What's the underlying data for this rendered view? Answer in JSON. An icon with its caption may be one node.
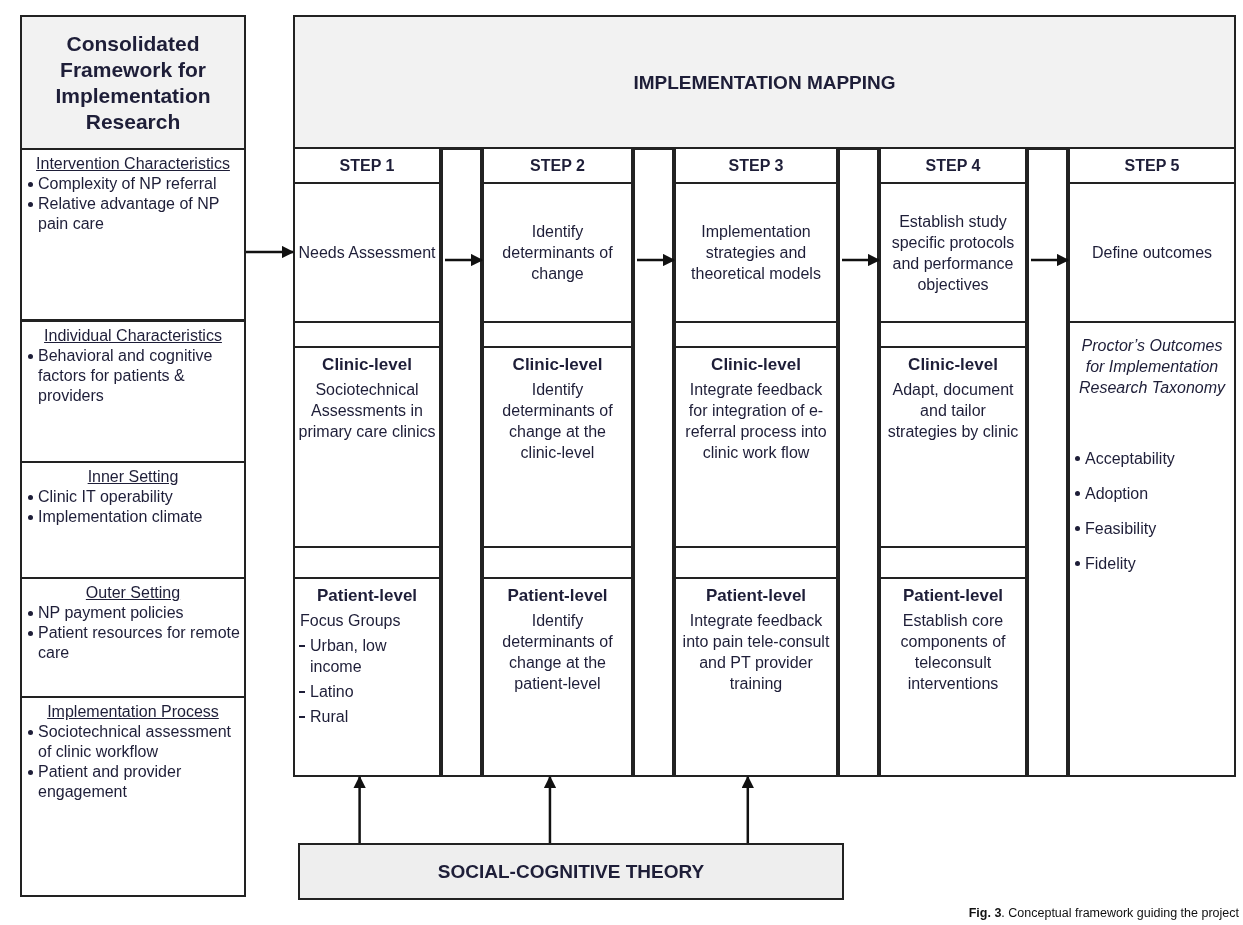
{
  "diagram": {
    "caption": "**Fig. 3**. Conceptual framework guiding the project",
    "nodes": [
      {
        "text": [
          "Consolidated Framework for Implementation Research"
        ]
      },
      {
        "text": [
          "Intervention Characteristics",
          "Complexity of NP referral",
          "Relative advantage of NP pain care"
        ],
        "in": 0
      },
      {
        "text": [
          "Individual Characteristics",
          "Behavioral and cognitive factors for patients & providers"
        ],
        "in": 0
      },
      {
        "text": [
          "Inner Setting",
          "Clinic IT operability",
          "Implementation climate"
        ],
        "in": 0
      },
      {
        "text": [
          "Outer Setting",
          "NP payment policies",
          "Patient resources for remote care"
        ],
        "in": 0
      },
      {
        "text": [
          "Implementation Process",
          "Sociotechnical assessment of clinic workflow",
          "Patient and provider engagement"
        ],
        "in": 0
      },
      {
        "text": [
          "IMPLEMENTATION MAPPING"
        ]
      },
      {
        "text": [
          "STEP 1"
        ],
        "in": 6
      },
      {
        "text": [
          "Needs Assessment"
        ],
        "in": 7
      },
      {
        "text": [
          "Clinic-level",
          "Sociotechnical Assessments in primary care clinics"
        ],
        "in": 7
      },
      {
        "text": [
          "Patient-level",
          "Focus Groups",
          "Urban, low income",
          "Latino",
          "Rural"
        ],
        "in": 7
      },
      {
        "text": [
          "STEP 2"
        ],
        "in": 6
      },
      {
        "text": [
          "Identify determinants of change"
        ],
        "in": 11
      },
      {
        "text": [
          "Clinic-level",
          "Identify determinants of change at the clinic-level"
        ],
        "in": 11
      },
      {
        "text": [
          "Patient-level",
          "Identify determinants of change at the patient-level"
        ],
        "in": 11
      },
      {
        "text": [
          "STEP 3"
        ],
        "in": 6
      },
      {
        "text": [
          "Implementation strategies and theoretical models"
        ],
        "in": 15
      },
      {
        "text": [
          "Clinic-level",
          "Integrate feedback for integration of e-referral process into clinic work flow"
        ],
        "in": 15
      },
      {
        "text": [
          "Patient-level",
          "Integrate feedback into pain tele-consult and PT provider training"
        ],
        "in": 15
      },
      {
        "text": [
          "STEP 4"
        ],
        "in": 6
      },
      {
        "text": [
          "Establish study specific protocols and performance objectives"
        ],
        "in": 19
      },
      {
        "text": [
          "Clinic-level",
          "Adapt, document and tailor strategies by clinic"
        ],
        "in": 19
      },
      {
        "text": [
          "Patient-level",
          "Establish core components of teleconsult interventions"
        ],
        "in": 19
      },
      {
        "text": [
          "STEP 5"
        ],
        "in": 6
      },
      {
        "text": [
          "Define outcomes"
        ],
        "in": 23
      },
      {
        "text": [
          "Proctor’s Outcomes for Implementation Research Taxonomy",
          "Acceptability",
          "Adoption",
          "Feasibility",
          "Fidelity"
        ],
        "in": 23
      },
      {
        "text": [
          "SOCIAL-COGNITIVE THEORY"
        ]
      }
    ],
    "edges": [
      {
        "from": 0,
        "to": 8,
        "arrow": "to"
      },
      {
        "from": 8,
        "to": 12,
        "arrow": "to"
      },
      {
        "from": 12,
        "to": 16,
        "arrow": "to"
      },
      {
        "from": 16,
        "to": 20,
        "arrow": "to"
      },
      {
        "from": 20,
        "to": 24,
        "arrow": "to"
      },
      {
        "from": 26,
        "to": 10,
        "arrow": "to"
      },
      {
        "from": 26,
        "to": 14,
        "arrow": "to"
      },
      {
        "from": 26,
        "to": 18,
        "arrow": "to"
      }
    ]
  }
}
